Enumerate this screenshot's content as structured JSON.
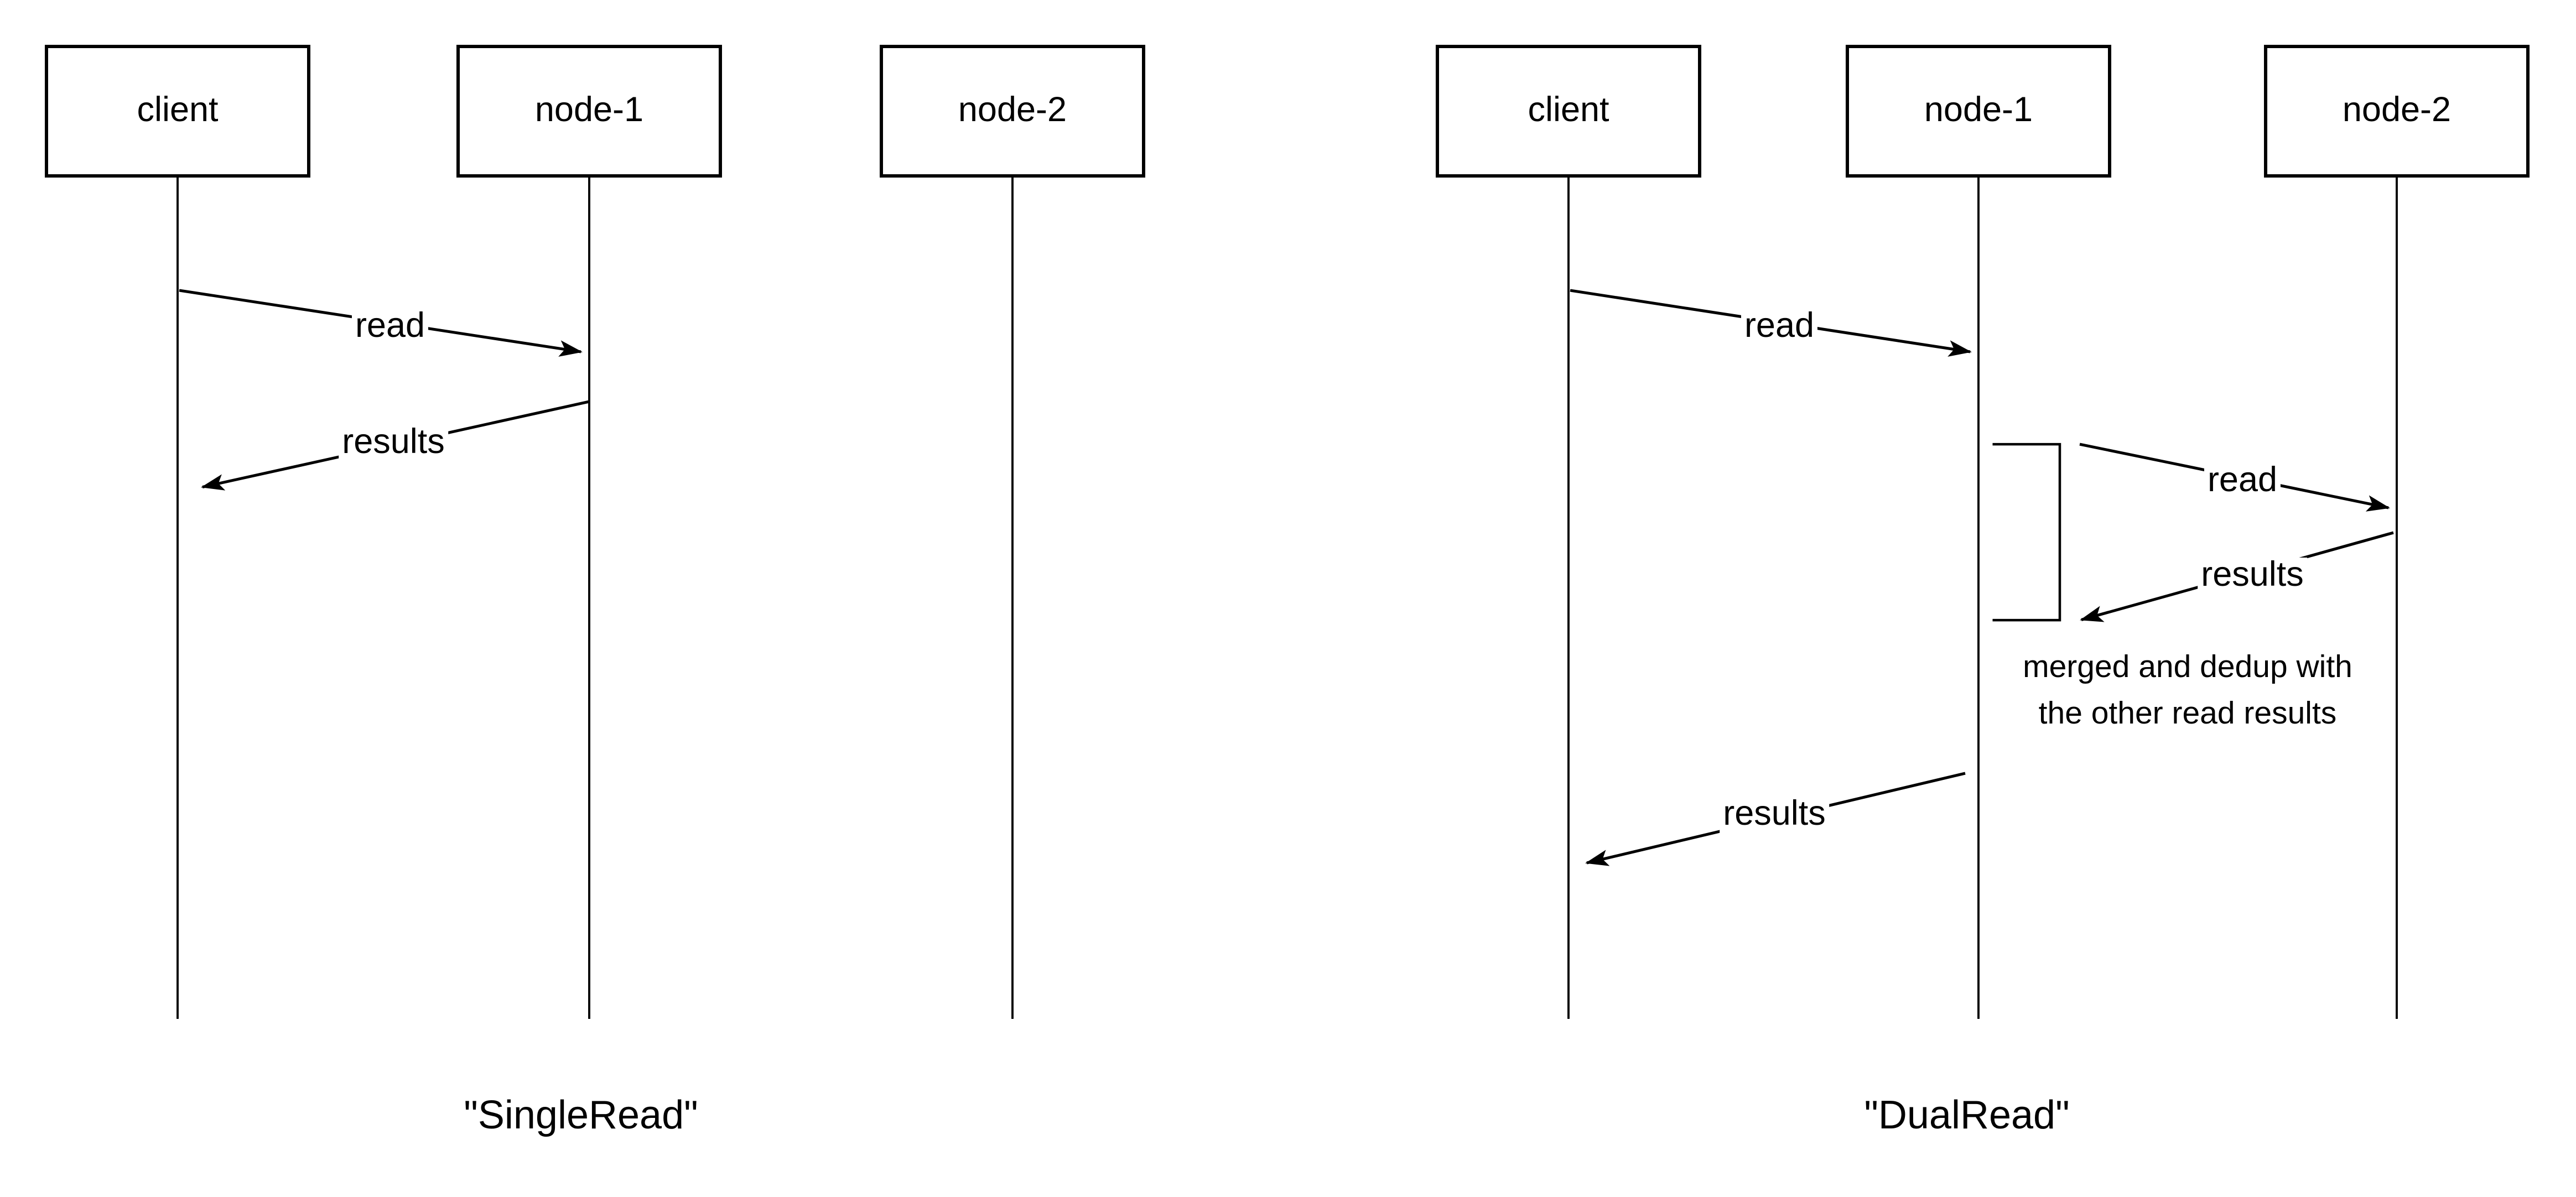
{
  "left_diagram": {
    "caption": "\"SingleRead\"",
    "actors": {
      "client": "client",
      "node1": "node-1",
      "node2": "node-2"
    },
    "messages": {
      "read": "read",
      "results": "results"
    }
  },
  "right_diagram": {
    "caption": "\"DualRead\"",
    "actors": {
      "client": "client",
      "node1": "node-1",
      "node2": "node-2"
    },
    "messages": {
      "read_to_node1": "read",
      "read_to_node2": "read",
      "results_from_node2": "results",
      "results_to_client": "results"
    },
    "note": {
      "line1": "merged and dedup with",
      "line2": "the other read results"
    }
  },
  "colors": {
    "ink": "#000000",
    "background": "#ffffff"
  }
}
